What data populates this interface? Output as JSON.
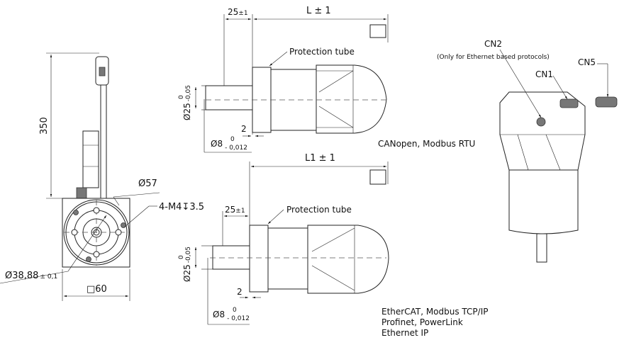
{
  "front_view": {
    "length_dim": "350",
    "diameter_outer": "Ø57",
    "thread_note": "4-M4",
    "thread_depth": "↧3.5",
    "bolt_circle": "Ø38,88",
    "bolt_circle_tol": "± 0,1",
    "flange_size": "□60"
  },
  "side_view_top": {
    "shaft_length": "25",
    "shaft_length_tol": "±1",
    "total_length": "L ± 1",
    "callout": "Protection tube",
    "pilot_diameter": "Ø25",
    "pilot_tol_upper": "0",
    "pilot_tol_lower": "-0,05",
    "flange_gap": "2",
    "shaft_diameter": "Ø8",
    "shaft_tol_upper": "0",
    "shaft_tol_lower": "- 0,012",
    "variant_label": "CANopen, Modbus RTU"
  },
  "side_view_bottom": {
    "shaft_length": "25",
    "shaft_length_tol": "±1",
    "total_length": "L1 ± 1",
    "callout": "Protection tube",
    "pilot_diameter": "Ø25",
    "pilot_tol_upper": "0",
    "pilot_tol_lower": "-0,05",
    "flange_gap": "2",
    "shaft_diameter": "Ø8",
    "shaft_tol_upper": "0",
    "shaft_tol_lower": "- 0,012",
    "variant_lines": [
      "EtherCAT, Modbus TCP/IP",
      "Profinet, PowerLink",
      "Ethernet IP"
    ]
  },
  "iso_view": {
    "cn2": "CN2",
    "cn2_note": "(Only for Ethernet based protocols)",
    "cn1": "CN1",
    "cn5": "CN5"
  }
}
